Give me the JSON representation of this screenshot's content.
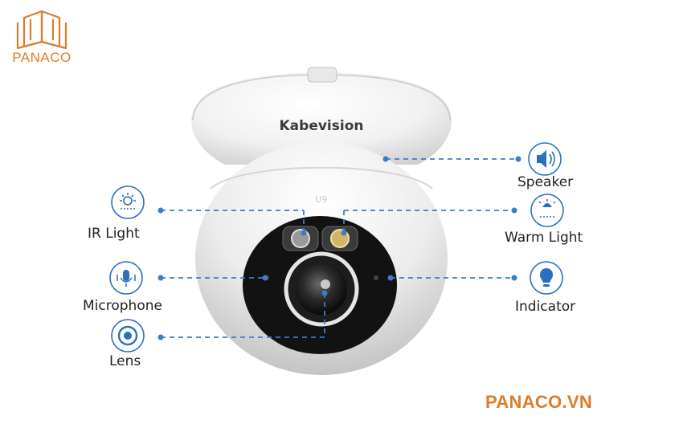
{
  "brand": {
    "logo_text": "PANACO",
    "footer": "PANACO.VN",
    "accent": "#e07b2a"
  },
  "camera": {
    "brand_text": "Kabevision",
    "model_mark": "U9"
  },
  "callouts": {
    "speaker": {
      "label": "Speaker",
      "icon": "speaker-icon"
    },
    "ir_light": {
      "label": "IR Light",
      "icon": "ir-light-icon"
    },
    "warm_light": {
      "label": "Warm Light",
      "icon": "warm-light-icon"
    },
    "microphone": {
      "label": "Microphone",
      "icon": "microphone-icon"
    },
    "indicator": {
      "label": "Indicator",
      "icon": "bulb-icon"
    },
    "lens": {
      "label": "Lens",
      "icon": "lens-icon"
    }
  },
  "colors": {
    "line": "#3d7cc9",
    "icon": "#2a6fc0",
    "body": "#f4f4f4",
    "face": "#121212"
  }
}
